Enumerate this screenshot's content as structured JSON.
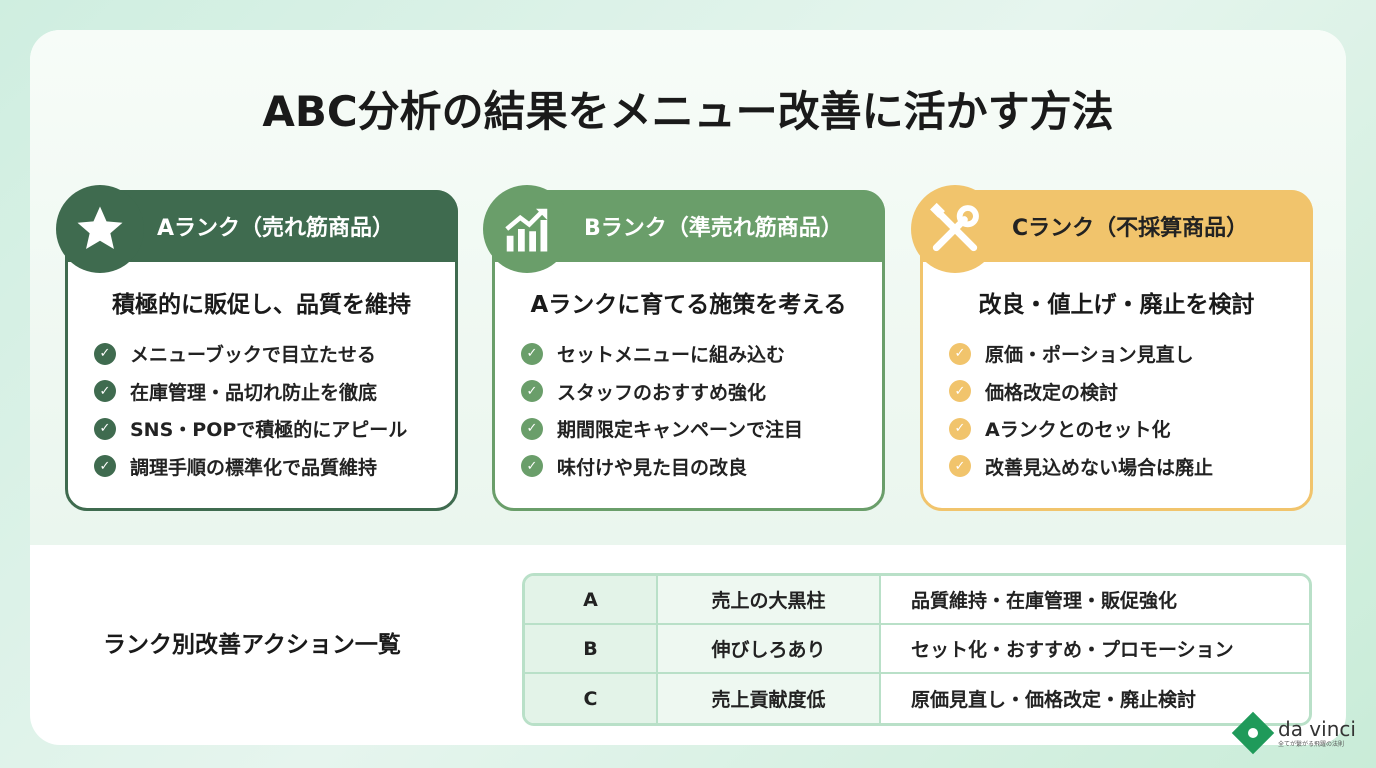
{
  "title": "ABC分析の結果をメニュー改善に活かす方法",
  "ranks": [
    {
      "header": "Aランク（売れ筋商品）",
      "icon": "star-icon",
      "color": "#3f6b4f",
      "subtitle": "積極的に販促し、品質を維持",
      "items": [
        "メニューブックで目立たせる",
        "在庫管理・品切れ防止を徹底",
        "SNS・POPで積極的にアピール",
        "調理手順の標準化で品質維持"
      ]
    },
    {
      "header": "Bランク（準売れ筋商品）",
      "icon": "bar-chart-growth-icon",
      "color": "#6a9e6a",
      "subtitle": "Aランクに育てる施策を考える",
      "items": [
        "セットメニューに組み込む",
        "スタッフのおすすめ強化",
        "期間限定キャンペーンで注目",
        "味付けや見た目の改良"
      ]
    },
    {
      "header": "Cランク（不採算商品）",
      "icon": "tools-icon",
      "color": "#f1c46c",
      "subtitle": "改良・値上げ・廃止を検討",
      "items": [
        "原価・ポーション見直し",
        "価格改定の検討",
        "Aランクとのセット化",
        "改善見込めない場合は廃止"
      ]
    }
  ],
  "table": {
    "label": "ランク別改善アクション一覧",
    "rows": [
      [
        "A",
        "売上の大黒柱",
        "品質維持・在庫管理・販促強化"
      ],
      [
        "B",
        "伸びしろあり",
        "セット化・おすすめ・プロモーション"
      ],
      [
        "C",
        "売上貢献度低",
        "原価見直し・価格改定・廃止検討"
      ]
    ]
  },
  "logo": {
    "name": "da vinci",
    "tagline": "全てが繋がる飛躍の法則"
  }
}
